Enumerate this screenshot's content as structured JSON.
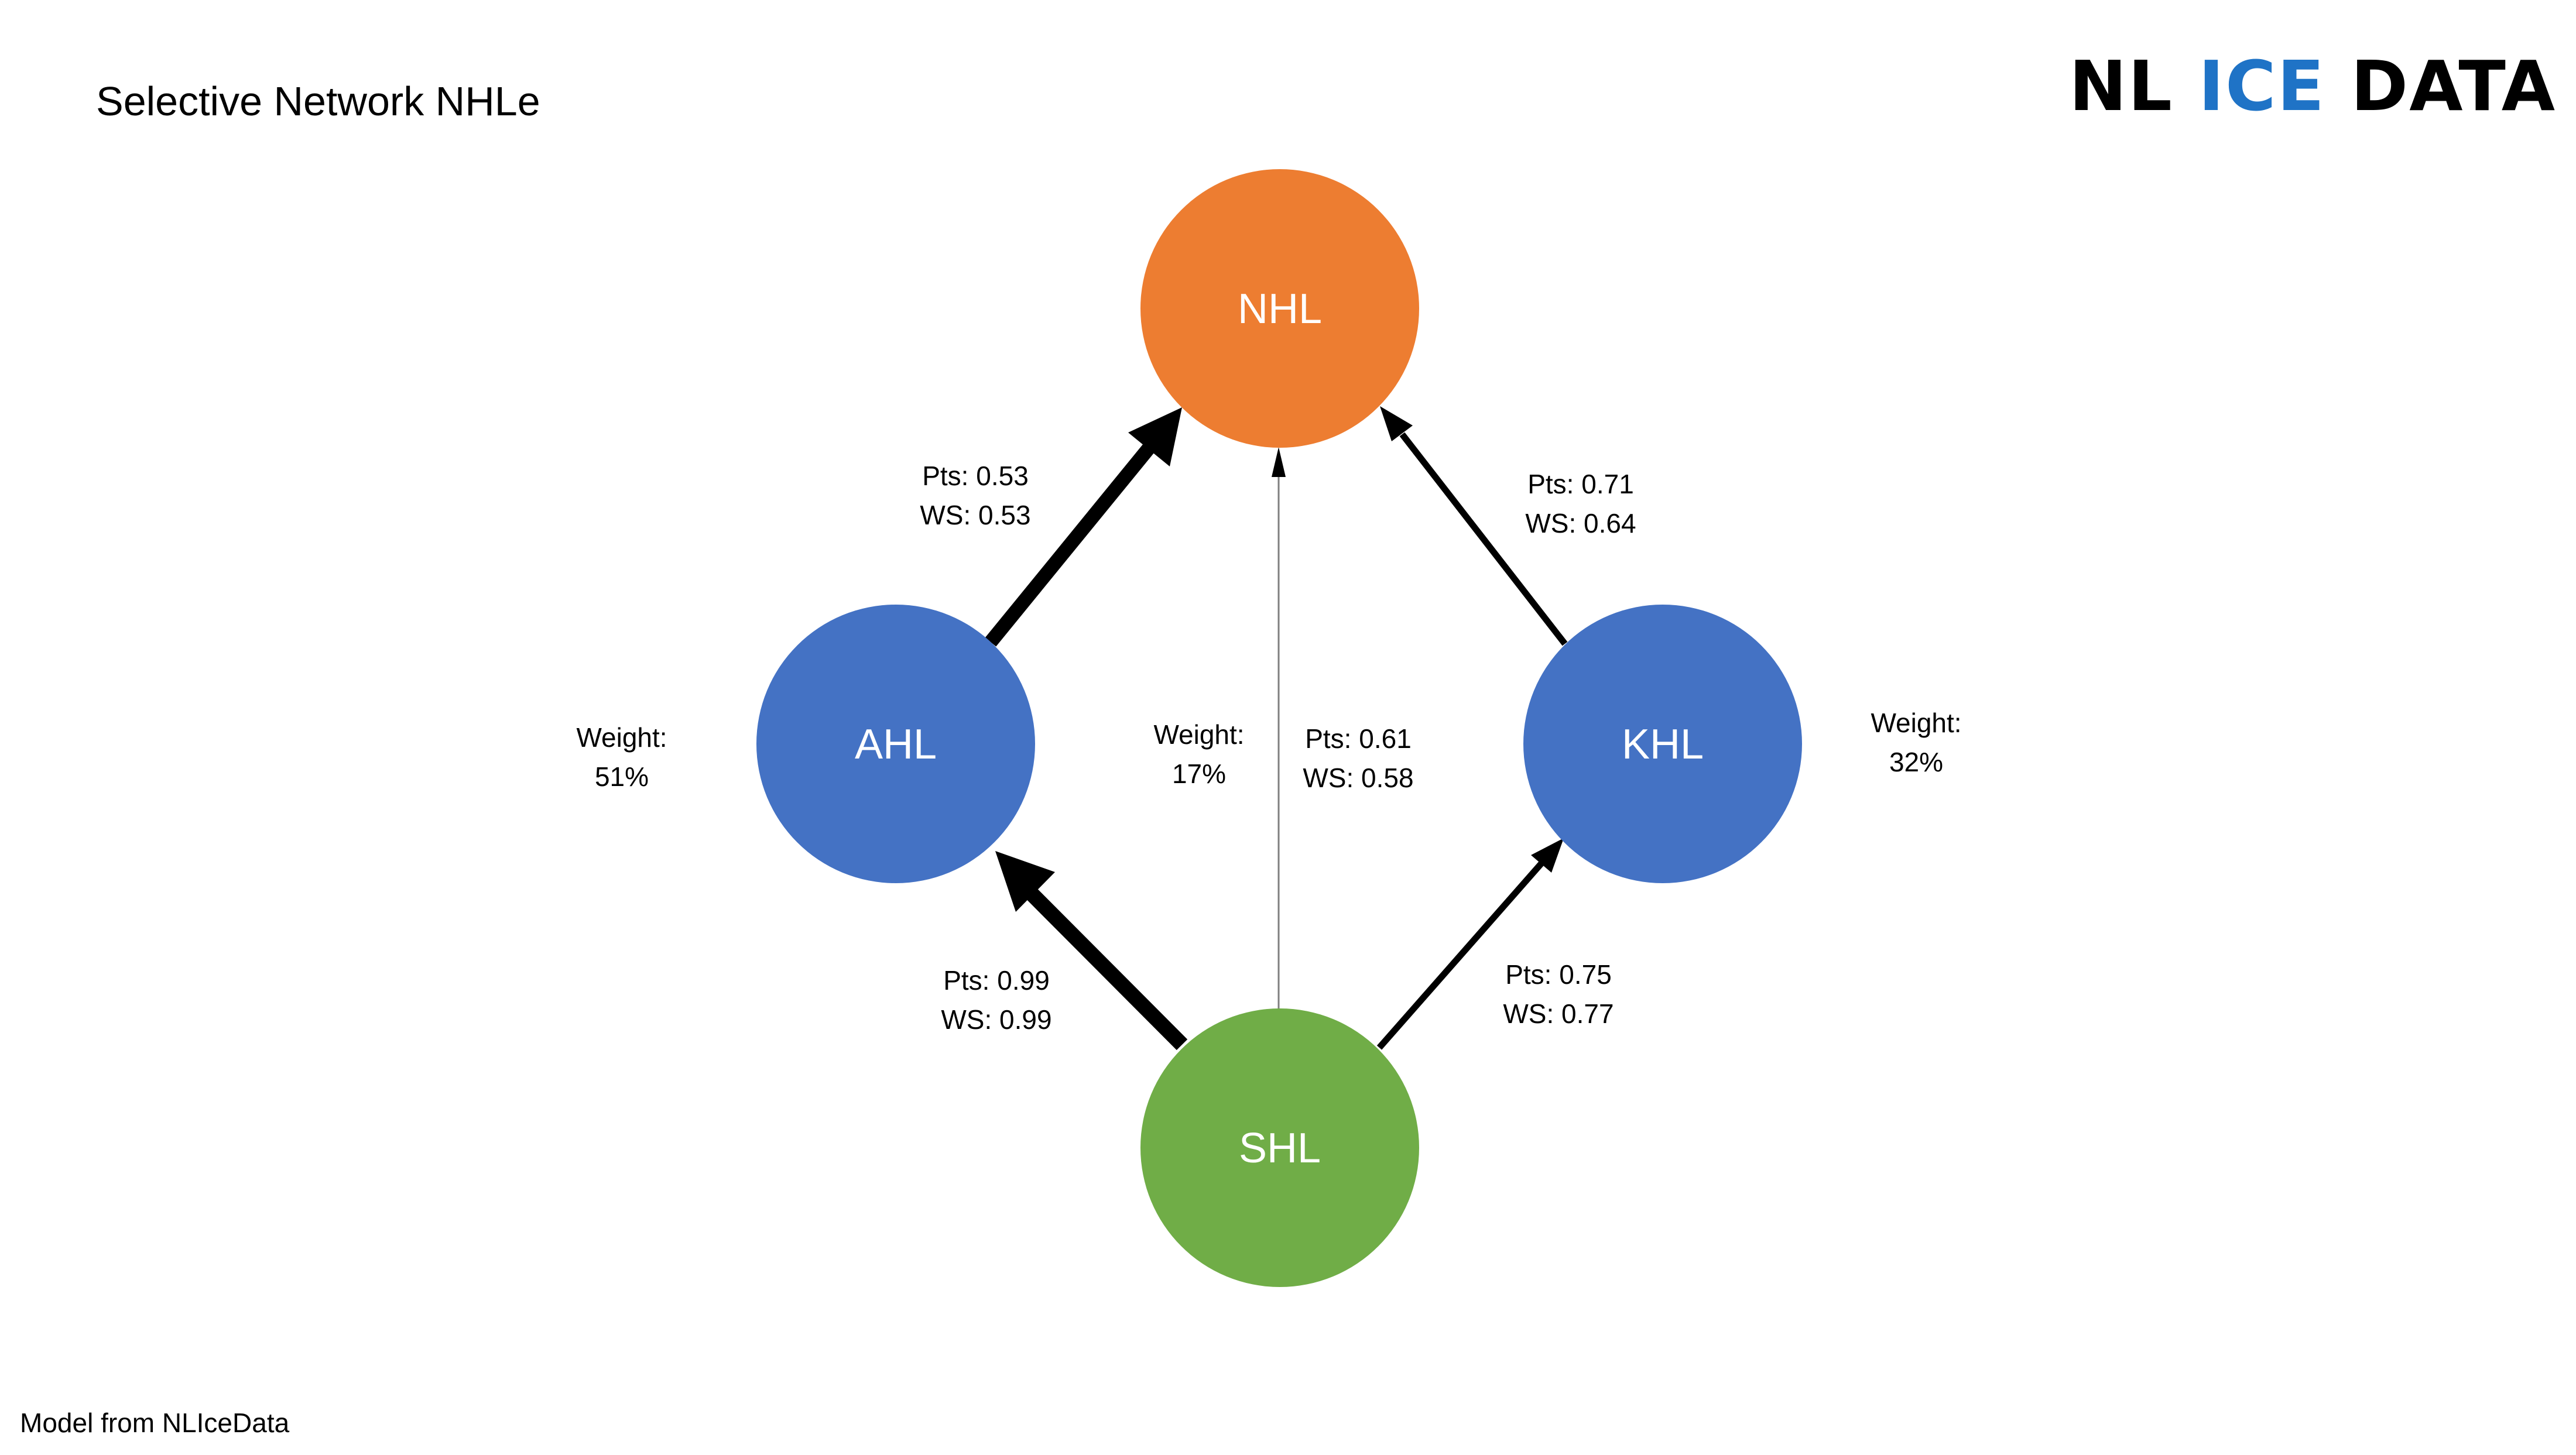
{
  "title": "Selective Network NHLe",
  "logo": {
    "part1": "NL",
    "part2": "ICE",
    "part3": "DATA",
    "colors": {
      "part1": "#000000",
      "part2": "#1f73c6",
      "part3": "#000000"
    }
  },
  "footer": "Model from NLIceData",
  "nodes": {
    "nhl": {
      "label": "NHL",
      "color": "#ed7d31"
    },
    "ahl": {
      "label": "AHL",
      "color": "#4472c4"
    },
    "khl": {
      "label": "KHL",
      "color": "#4472c4"
    },
    "shl": {
      "label": "SHL",
      "color": "#70ad47"
    }
  },
  "edges": {
    "ahl_nhl": {
      "line1": "Pts: 0.53",
      "line2": "WS: 0.53"
    },
    "khl_nhl": {
      "line1": "Pts: 0.71",
      "line2": "WS: 0.64"
    },
    "shl_nhl": {
      "line1": "Pts: 0.61",
      "line2": "WS: 0.58"
    },
    "shl_ahl": {
      "line1": "Pts: 0.99",
      "line2": "WS: 0.99"
    },
    "shl_khl": {
      "line1": "Pts: 0.75",
      "line2": "WS: 0.77"
    }
  },
  "weights": {
    "ahl": {
      "line1": "Weight:",
      "line2": "51%"
    },
    "direct": {
      "line1": "Weight:",
      "line2": "17%"
    },
    "khl": {
      "line1": "Weight:",
      "line2": "32%"
    }
  }
}
